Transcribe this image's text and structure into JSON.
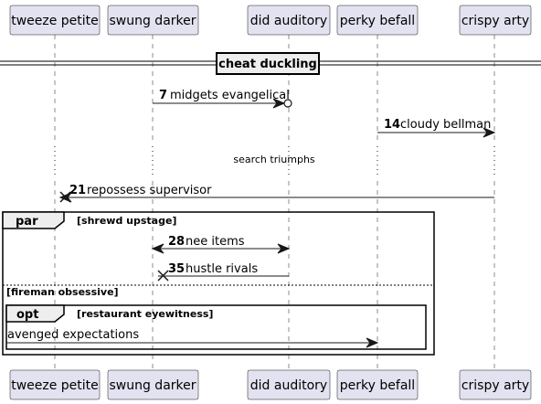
{
  "participants": [
    {
      "id": "tweeze",
      "label": "tweeze petite"
    },
    {
      "id": "swung",
      "label": "swung darker"
    },
    {
      "id": "did",
      "label": "did auditory"
    },
    {
      "id": "perky",
      "label": "perky befall"
    },
    {
      "id": "crispy",
      "label": "crispy arty"
    }
  ],
  "divider": {
    "label": "cheat duckling"
  },
  "messages": [
    {
      "num": "7",
      "text": "midgets evangelical"
    },
    {
      "num": "14",
      "text": "cloudy bellman"
    },
    {
      "num": "21",
      "text": "repossess supervisor"
    },
    {
      "num": "28",
      "text": "nee items"
    },
    {
      "num": "35",
      "text": "hustle rivals"
    },
    {
      "num": "",
      "text": "avenged expectations"
    }
  ],
  "delay": {
    "label": "search triumphs"
  },
  "groups": {
    "par": {
      "keyword": "par",
      "condition": "[shrewd upstage]",
      "else_condition": "[fireman obsessive]"
    },
    "opt": {
      "keyword": "opt",
      "condition": "[restaurant eyewitness]"
    }
  },
  "colors": {
    "participant_fill": "#E2E2F0",
    "line": "#181818",
    "group_tab": "#EEEEEE"
  }
}
